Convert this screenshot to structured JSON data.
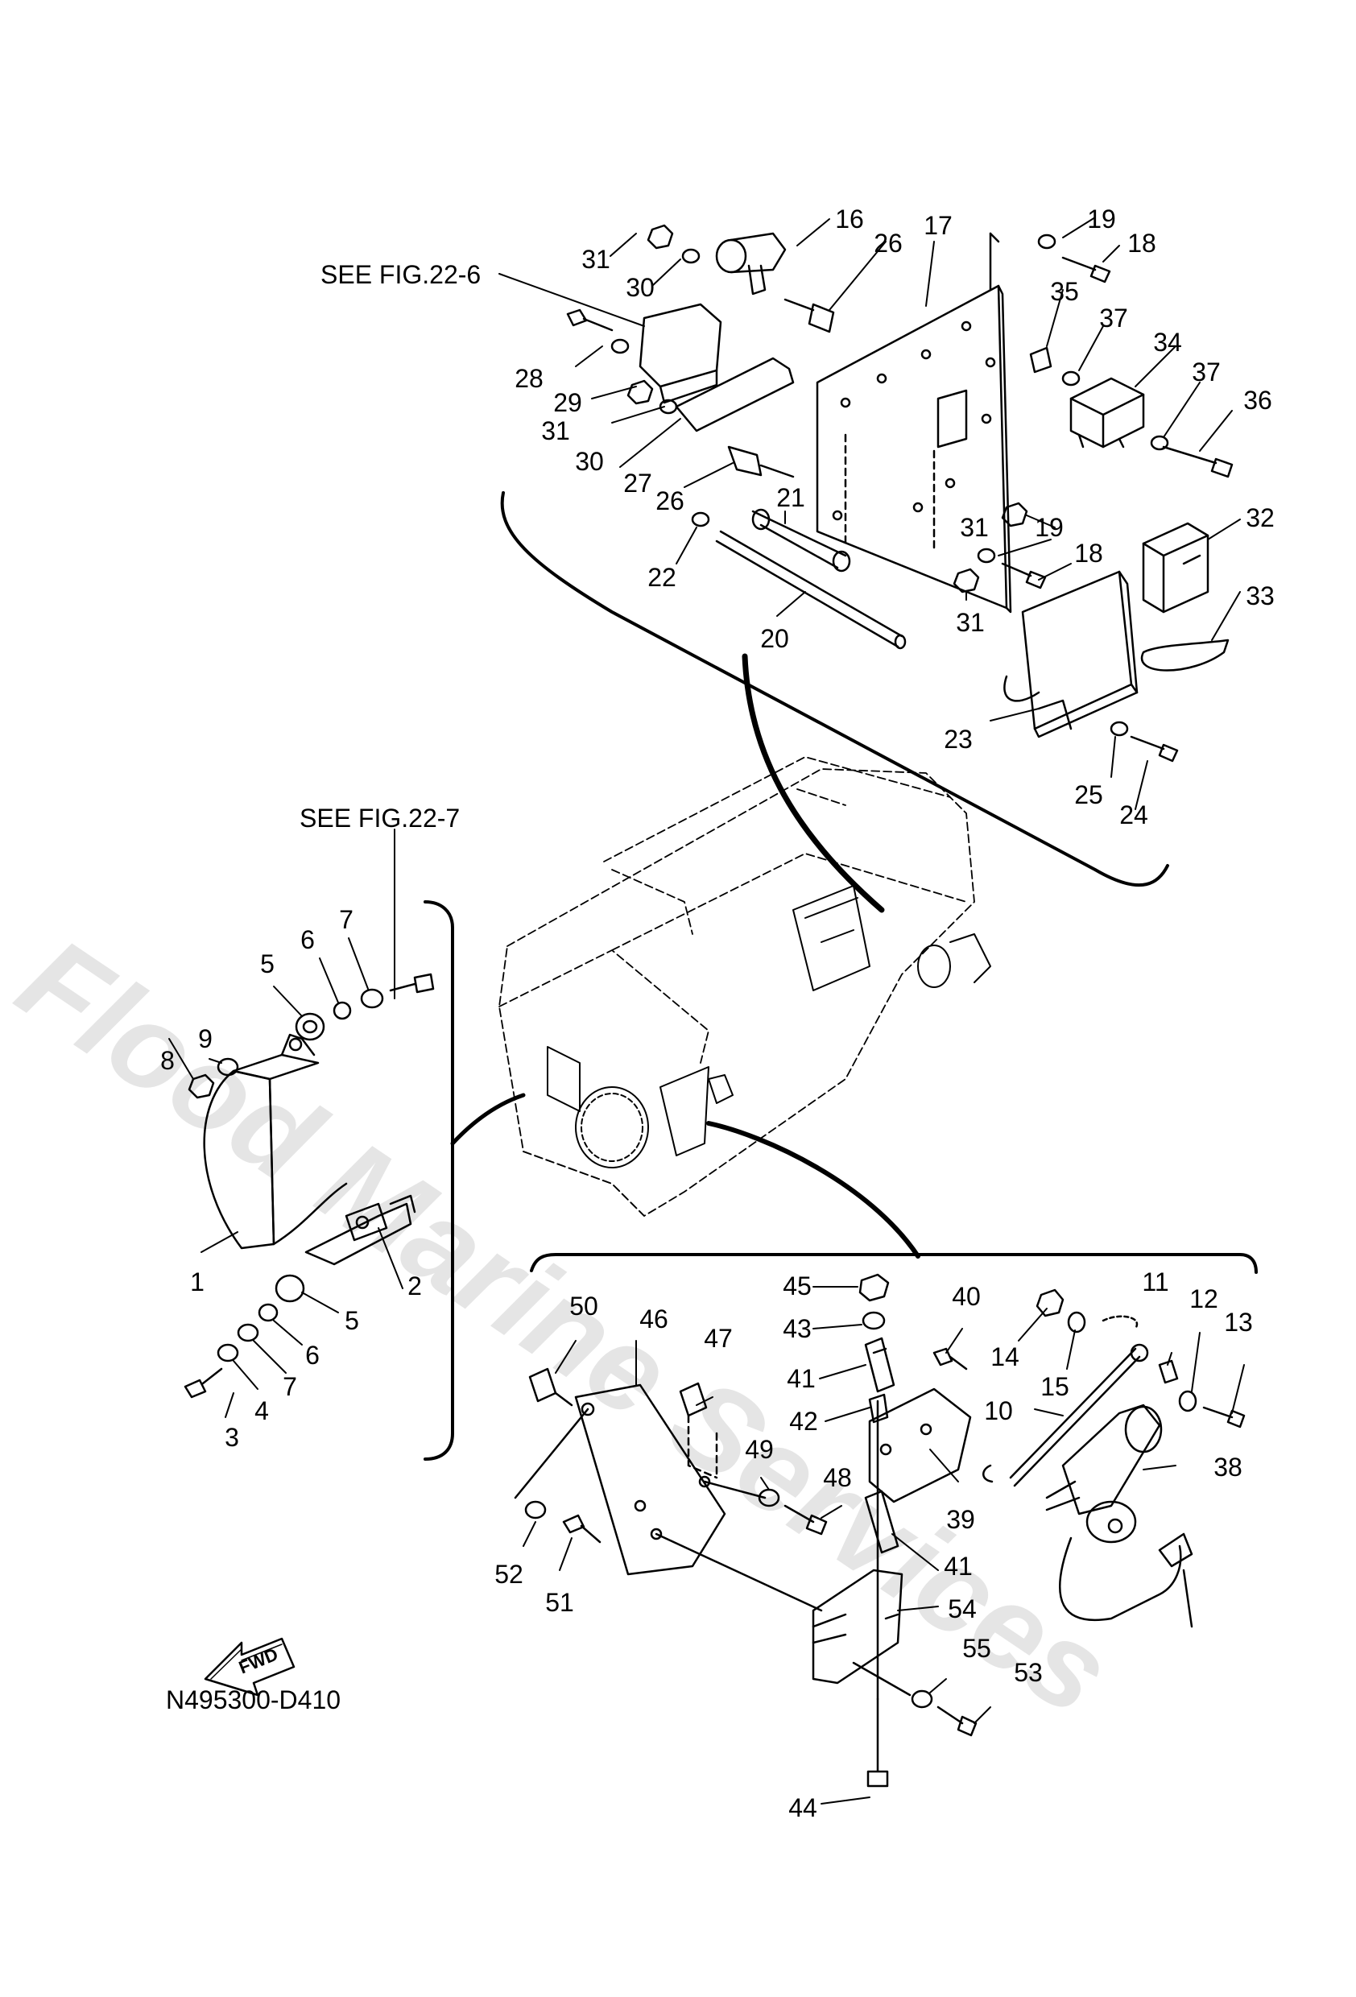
{
  "watermark": "Flood Marine Services",
  "diagram_code": "N495300-D410",
  "references": {
    "fig_22_6": "SEE FIG.22-6",
    "fig_22_7": "SEE FIG.22-7"
  },
  "fwd_text": "FWD",
  "part_numbers": {
    "p1": "1",
    "p2": "2",
    "p3": "3",
    "p4": "4",
    "p5a": "5",
    "p5b": "5",
    "p6a": "6",
    "p6b": "6",
    "p7a": "7",
    "p7b": "7",
    "p8": "8",
    "p9": "9",
    "p10": "10",
    "p11": "11",
    "p12": "12",
    "p13": "13",
    "p14": "14",
    "p15": "15",
    "p16": "16",
    "p17": "17",
    "p18a": "18",
    "p18b": "18",
    "p19a": "19",
    "p19b": "19",
    "p20": "20",
    "p21": "21",
    "p22": "22",
    "p23": "23",
    "p24": "24",
    "p25": "25",
    "p26a": "26",
    "p26b": "26",
    "p27": "27",
    "p28": "28",
    "p29": "29",
    "p30a": "30",
    "p30b": "30",
    "p31a": "31",
    "p31b": "31",
    "p31c": "31",
    "p31d": "31",
    "p32": "32",
    "p33": "33",
    "p34": "34",
    "p35": "35",
    "p36": "36",
    "p37a": "37",
    "p37b": "37",
    "p38": "38",
    "p39": "39",
    "p40": "40",
    "p41a": "41",
    "p41b": "41",
    "p42": "42",
    "p43": "43",
    "p44": "44",
    "p45": "45",
    "p46": "46",
    "p47": "47",
    "p48": "48",
    "p49": "49",
    "p50": "50",
    "p51": "51",
    "p52": "52",
    "p53": "53",
    "p54": "54",
    "p55": "55"
  }
}
